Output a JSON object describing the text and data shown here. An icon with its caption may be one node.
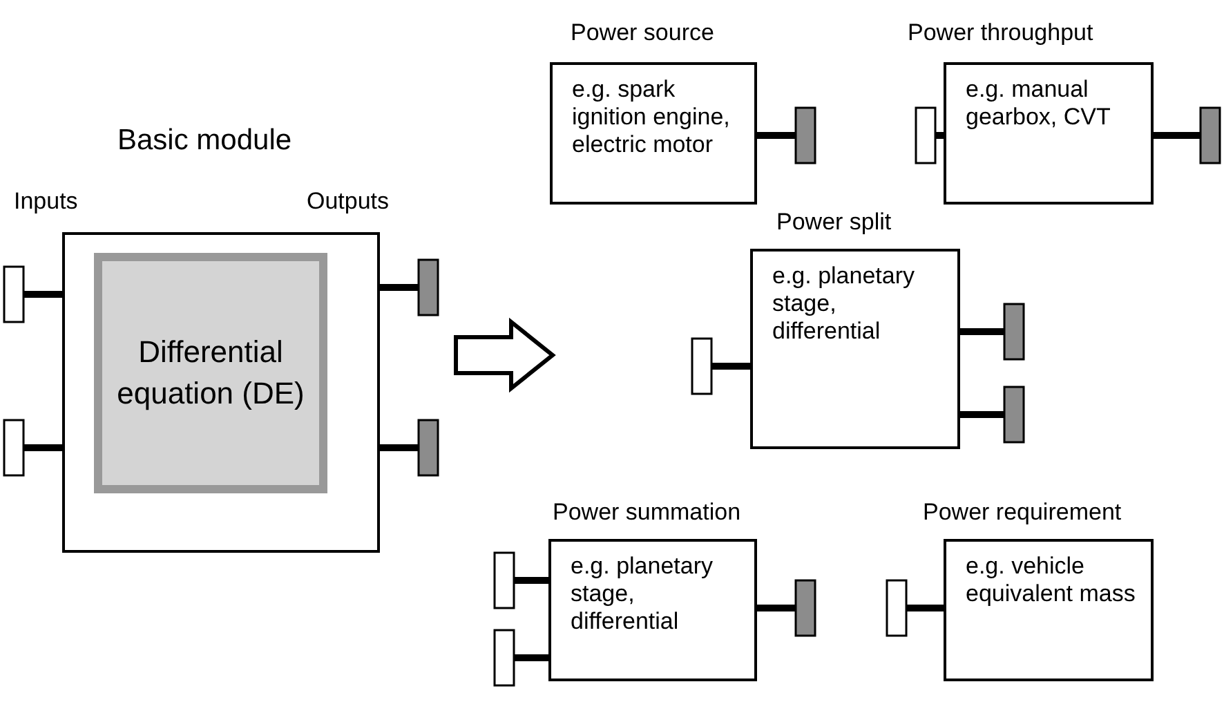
{
  "diagram": {
    "nodes": [
      {
        "text": [
          "Basic module"
        ]
      },
      {
        "text": [
          "Differential equation (DE)"
        ],
        "in": 0
      },
      {
        "text": [
          "Power source",
          "e.g. spark ignition engine, electric motor"
        ]
      },
      {
        "text": [
          "Power throughput",
          "e.g. manual gearbox, CVT"
        ]
      },
      {
        "text": [
          "Power split",
          "e.g. planetary stage, differential"
        ]
      },
      {
        "text": [
          "Power summation",
          "e.g. planetary stage, differential"
        ]
      },
      {
        "text": [
          "Power requirement",
          "e.g. vehicle equivalent mass"
        ]
      }
    ],
    "labels": [
      "Inputs",
      "Outputs"
    ]
  }
}
